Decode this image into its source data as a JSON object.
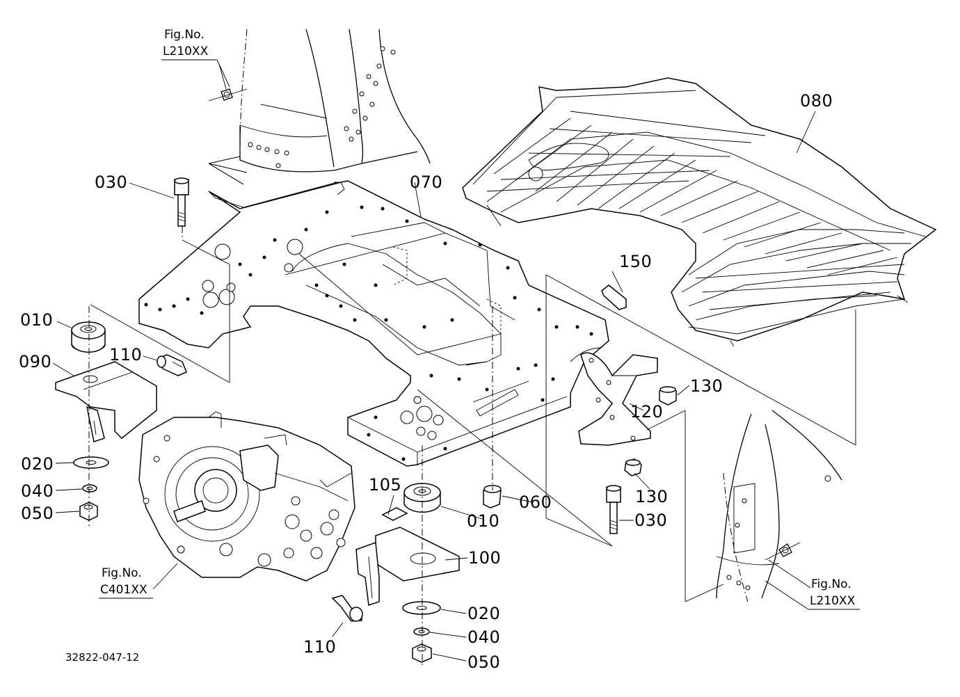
{
  "drawing_id": "32822-047-12",
  "figure_refs": [
    {
      "caption": "Fig.No.",
      "number": "L210XX"
    },
    {
      "caption": "Fig.No.",
      "number": "C401XX"
    },
    {
      "caption": "Fig.No.",
      "number": "L210XX"
    }
  ],
  "callouts": {
    "p010a": "010",
    "p010b": "010",
    "p020a": "020",
    "p020b": "020",
    "p030a": "030",
    "p030b": "030",
    "p040a": "040",
    "p040b": "040",
    "p050a": "050",
    "p050b": "050",
    "p060": "060",
    "p070": "070",
    "p080": "080",
    "p090": "090",
    "p100": "100",
    "p105": "105",
    "p110a": "110",
    "p110b": "110",
    "p120": "120",
    "p130a": "130",
    "p130b": "130",
    "p150": "150"
  }
}
